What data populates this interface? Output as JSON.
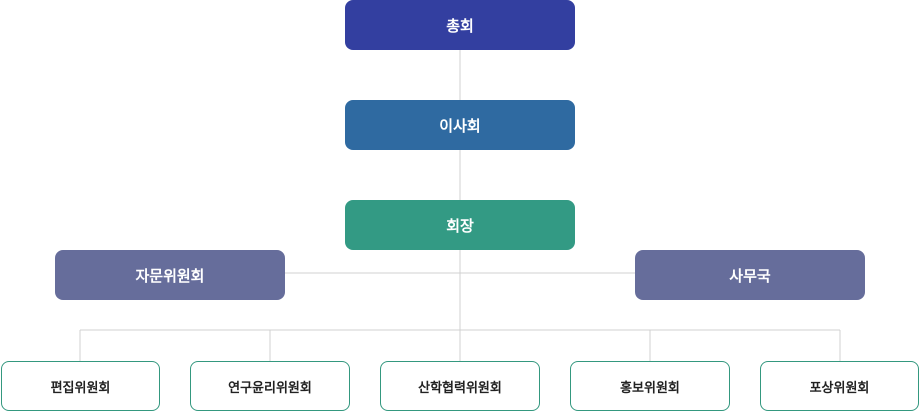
{
  "org": {
    "general_assembly": "총회",
    "board": "이사회",
    "president": "회장",
    "advisory": "자문위원회",
    "secretariat": "사무국",
    "committees": [
      "편집위원회",
      "연구윤리위원회",
      "산학협력위원회",
      "홍보위원회",
      "포상위원회"
    ]
  },
  "colors": {
    "navy": "#333fa0",
    "blue": "#2f6aa1",
    "teal": "#339a84",
    "slate": "#666d9b",
    "line": "#d0d0d0",
    "outline": "#34987f"
  }
}
